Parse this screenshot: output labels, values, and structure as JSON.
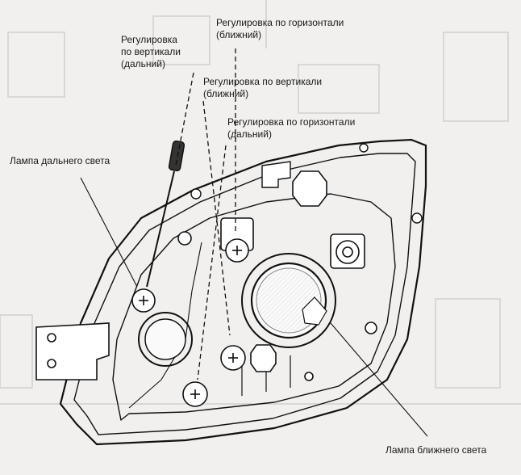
{
  "figure": {
    "labels": {
      "horiz_near_top": "Регулировка по горизонтали\n(ближний)",
      "vert_far": "Регулировка\nпо вертикали\n(дальний)",
      "vert_near": "Регулировка по вертикали\n(ближний)",
      "horiz_far": "Регулировка по горизонтали\n(дальний)",
      "high_beam_lamp": "Лампа дальнего света",
      "low_beam_lamp": "Лампа ближнего света"
    }
  }
}
